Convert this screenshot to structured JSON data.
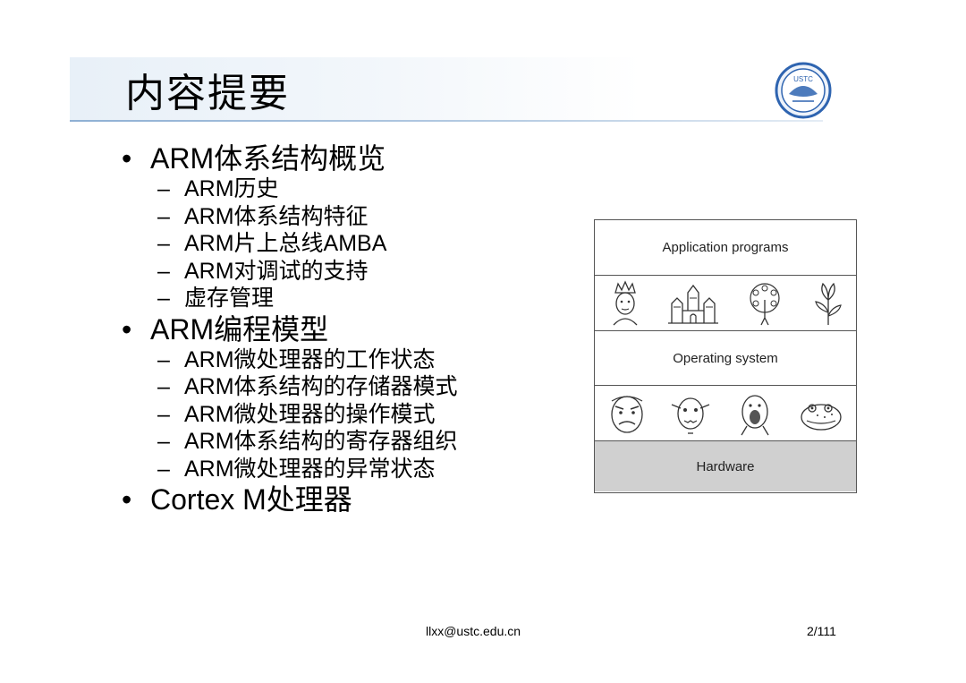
{
  "slide": {
    "title": "内容提要",
    "logo_text": "USTC",
    "outline": [
      {
        "label": "ARM体系结构概览",
        "children": [
          "ARM历史",
          "ARM体系结构特征",
          "ARM片上总线AMBA",
          "ARM对调试的支持",
          "虚存管理"
        ]
      },
      {
        "label": "ARM编程模型",
        "children": [
          "ARM微处理器的工作状态",
          "ARM体系结构的存储器模式",
          "ARM微处理器的操作模式",
          "ARM体系结构的寄存器组织",
          "ARM微处理器的异常状态"
        ]
      },
      {
        "label": "Cortex M处理器",
        "children": []
      }
    ],
    "bullet": "•",
    "dash": "–"
  },
  "diagram": {
    "layers": [
      "Application programs",
      "Operating system",
      "Hardware"
    ],
    "app_icons": [
      "crowned-figure-icon",
      "castle-icon",
      "peacock-icon",
      "flower-icon"
    ],
    "user_icons": [
      "angry-face-icon",
      "goblin-face-icon",
      "screaming-face-icon",
      "toad-icon"
    ],
    "hardware_fill": "#d0d0d0"
  },
  "footer": {
    "email": "llxx@ustc.edu.cn",
    "page": "2/111"
  },
  "colors": {
    "title_band": "#e8f0f8",
    "logo_blue": "#2e64b0"
  }
}
